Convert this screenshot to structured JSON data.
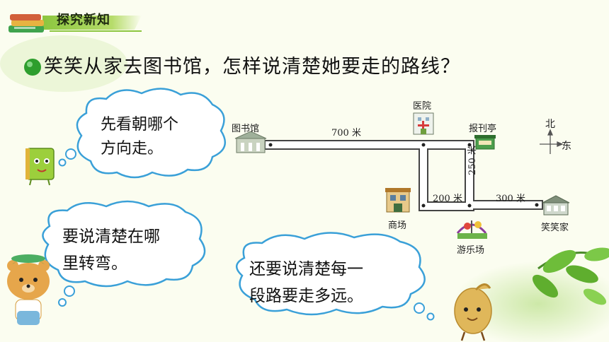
{
  "header": {
    "title": "探究新知"
  },
  "question": "笑笑从家去图书馆，怎样说清楚她要走的路线？",
  "bubbles": {
    "b1": {
      "line1": "先看朝哪个",
      "line2": "方向走。"
    },
    "b2": {
      "line1": "要说清楚在哪",
      "line2": "里转弯。"
    },
    "b3": {
      "line1": "还要说清楚每一",
      "line2": "段路要走多远。"
    }
  },
  "map": {
    "places": {
      "library": "图书馆",
      "hospital": "医院",
      "newsstand": "报刊亭",
      "mall": "商场",
      "playground": "游乐场",
      "home": "笑笑家"
    },
    "distances": {
      "d700": "700 米",
      "d250": "250 米",
      "d200": "200 米",
      "d300": "300 米"
    },
    "compass": {
      "north": "北",
      "east": "东"
    }
  },
  "colors": {
    "header_green": "#8cc63f",
    "bubble_border": "#3aa0d8",
    "road_border": "#444444",
    "leaf_green": "#5fae2e",
    "bullet_green": "#2e9e2e"
  }
}
